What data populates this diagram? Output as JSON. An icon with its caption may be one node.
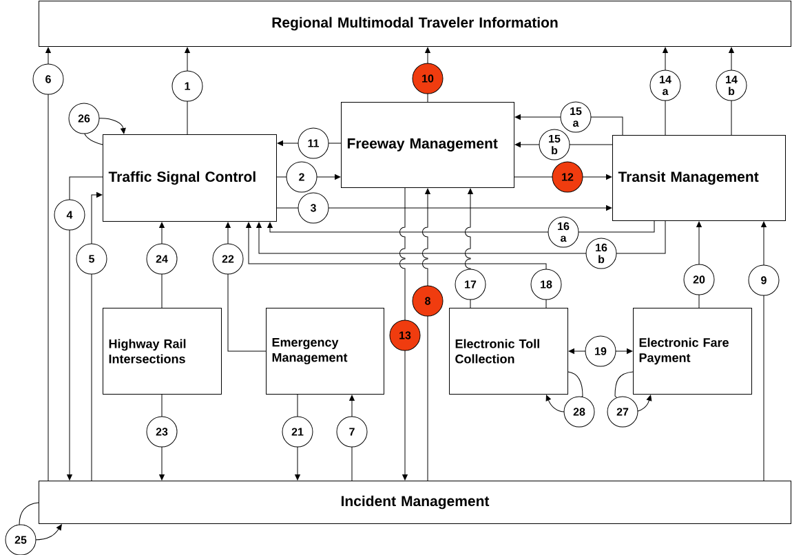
{
  "diagram": {
    "nodes": [
      {
        "text": [
          "Regional Multimodal Traveler Information"
        ]
      },
      {
        "text": [
          "Traffic Signal Control"
        ]
      },
      {
        "text": [
          "Freeway Management"
        ]
      },
      {
        "text": [
          "Transit Management"
        ]
      },
      {
        "text": [
          "Highway Rail Intersections"
        ]
      },
      {
        "text": [
          "Emergency Management"
        ]
      },
      {
        "text": [
          "Electronic Toll Collection"
        ]
      },
      {
        "text": [
          "Electronic Fare Payment"
        ]
      },
      {
        "text": [
          "Incident Management"
        ]
      }
    ],
    "edges": [
      {
        "from": 1,
        "to": 0,
        "arrow": "to",
        "label": "1"
      },
      {
        "from": 1,
        "to": 2,
        "arrow": "to",
        "label": "2"
      },
      {
        "from": 1,
        "to": 3,
        "arrow": "to",
        "label": "3"
      },
      {
        "from": 1,
        "to": 8,
        "arrow": "to",
        "label": "4"
      },
      {
        "from": 8,
        "to": 1,
        "arrow": "to",
        "label": "5"
      },
      {
        "from": 8,
        "to": 0,
        "arrow": "to",
        "label": "6"
      },
      {
        "from": 8,
        "to": 5,
        "arrow": "to",
        "label": "7"
      },
      {
        "from": 8,
        "to": 2,
        "arrow": "to",
        "label": "8"
      },
      {
        "from": 8,
        "to": 3,
        "arrow": "to",
        "label": "9"
      },
      {
        "from": 2,
        "to": 0,
        "arrow": "to",
        "label": "10"
      },
      {
        "from": 2,
        "to": 1,
        "arrow": "to",
        "label": "11"
      },
      {
        "from": 2,
        "to": 3,
        "arrow": "to",
        "label": "12"
      },
      {
        "from": 2,
        "to": 8,
        "arrow": "to",
        "label": "13"
      },
      {
        "from": 3,
        "to": 0,
        "arrow": "to",
        "label": "14 a"
      },
      {
        "from": 3,
        "to": 0,
        "arrow": "to",
        "label": "14 b"
      },
      {
        "from": 3,
        "to": 2,
        "arrow": "to",
        "label": "15 a"
      },
      {
        "from": 3,
        "to": 2,
        "arrow": "to",
        "label": "15 b"
      },
      {
        "from": 3,
        "to": 1,
        "arrow": "to",
        "label": "16 a"
      },
      {
        "from": 3,
        "to": 1,
        "arrow": "to",
        "label": "16 b"
      },
      {
        "from": 6,
        "to": 2,
        "arrow": "to",
        "label": "17"
      },
      {
        "from": 6,
        "to": 1,
        "arrow": "to",
        "label": "18"
      },
      {
        "from": 6,
        "to": 7,
        "arrow": "both",
        "label": "19"
      },
      {
        "from": 7,
        "to": 3,
        "arrow": "to",
        "label": "20"
      },
      {
        "from": 5,
        "to": 8,
        "arrow": "to",
        "label": "21"
      },
      {
        "from": 5,
        "to": 1,
        "arrow": "to",
        "label": "22"
      },
      {
        "from": 4,
        "to": 8,
        "arrow": "to",
        "label": "23"
      },
      {
        "from": 4,
        "to": 1,
        "arrow": "to",
        "label": "24"
      },
      {
        "from": 8,
        "to": 8,
        "arrow": "to",
        "label": "25"
      },
      {
        "from": 1,
        "to": 1,
        "arrow": "to",
        "label": "26"
      },
      {
        "from": 7,
        "to": 7,
        "arrow": "to",
        "label": "27"
      },
      {
        "from": 6,
        "to": 6,
        "arrow": "to",
        "label": "28"
      }
    ]
  }
}
